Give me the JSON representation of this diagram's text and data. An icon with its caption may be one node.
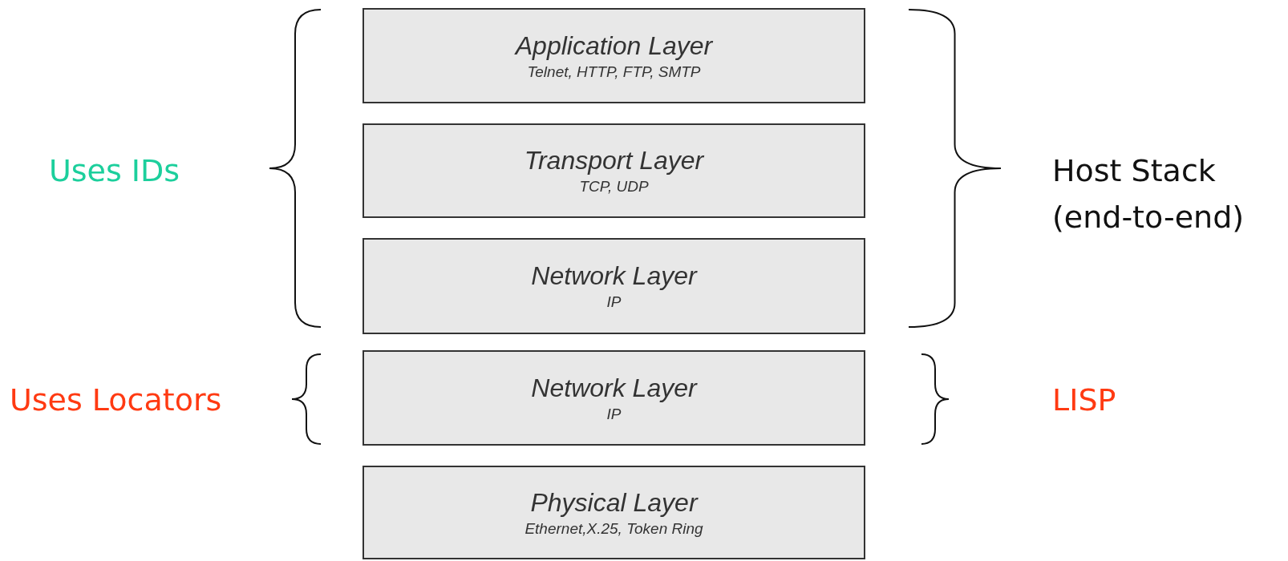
{
  "diagram": {
    "nodes": [
      {
        "text": [
          "Application Layer",
          "Telnet, HTTP, FTP, SMTP"
        ]
      },
      {
        "text": [
          "Transport Layer",
          "TCP, UDP"
        ]
      },
      {
        "text": [
          "Network Layer",
          "IP"
        ]
      },
      {
        "text": [
          "Network Layer",
          "IP"
        ]
      },
      {
        "text": [
          "Physical Layer",
          "Ethernet,X.25, Token Ring"
        ]
      }
    ],
    "edges": [],
    "labels": [
      "Uses IDs",
      "Host Stack (end-to-end)",
      "Uses Locators",
      "LISP"
    ]
  }
}
